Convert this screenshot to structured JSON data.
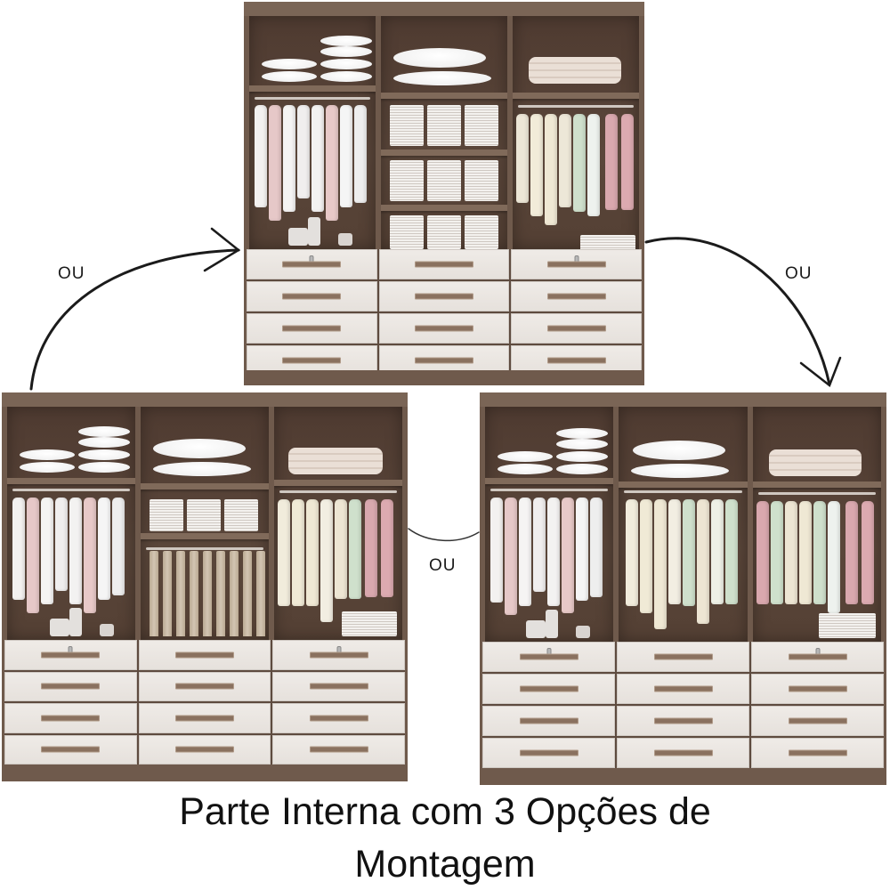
{
  "caption": {
    "line1": "Parte Interna com 3 Opções de",
    "line2": "Montagem"
  },
  "connectors": [
    {
      "label": "OU",
      "from": "top-wardrobe",
      "to": "bottom-left-wardrobe"
    },
    {
      "label": "OU",
      "from": "top-wardrobe",
      "to": "bottom-right-wardrobe"
    },
    {
      "label": "OU",
      "from": "bottom-left-wardrobe",
      "to": "bottom-right-wardrobe"
    }
  ],
  "colors": {
    "frame": "#6f5a4c",
    "interior": "#4f3b31",
    "drawer_front": "#ece8e4",
    "handle": "#8a715f",
    "text": "#111111"
  },
  "wardrobes": [
    {
      "id": "top",
      "bays": [
        {
          "top": "pillows",
          "middle": "hanging-rod",
          "bottom": "accessories"
        },
        {
          "top": "pillows",
          "middle": "folded-stacks-3-shelves",
          "bottom": "folded-stacks"
        },
        {
          "top": "blanket",
          "middle": "hanging-rod",
          "bottom": "folded-towels"
        }
      ],
      "drawers": {
        "rows": 4,
        "columns": 3,
        "locks_on_top_row": [
          0,
          2
        ]
      }
    },
    {
      "id": "bottom-left",
      "bays": [
        {
          "top": "pillows",
          "middle": "hanging-rod",
          "bottom": "accessories"
        },
        {
          "top": "pillows",
          "middle": "folded-stacks + pants-rack",
          "bottom": "pants"
        },
        {
          "top": "blanket",
          "middle": "hanging-rod",
          "bottom": "folded-towels"
        }
      ],
      "drawers": {
        "rows": 4,
        "columns": 3,
        "locks_on_top_row": [
          0,
          2
        ]
      }
    },
    {
      "id": "bottom-right",
      "bays": [
        {
          "top": "pillows",
          "middle": "hanging-rod",
          "bottom": "accessories"
        },
        {
          "top": "pillows",
          "middle": "hanging-rod",
          "bottom": "long-garments"
        },
        {
          "top": "blanket",
          "middle": "hanging-rod",
          "bottom": "folded-towels"
        }
      ],
      "drawers": {
        "rows": 4,
        "columns": 3,
        "locks_on_top_row": [
          0,
          2
        ]
      }
    }
  ]
}
